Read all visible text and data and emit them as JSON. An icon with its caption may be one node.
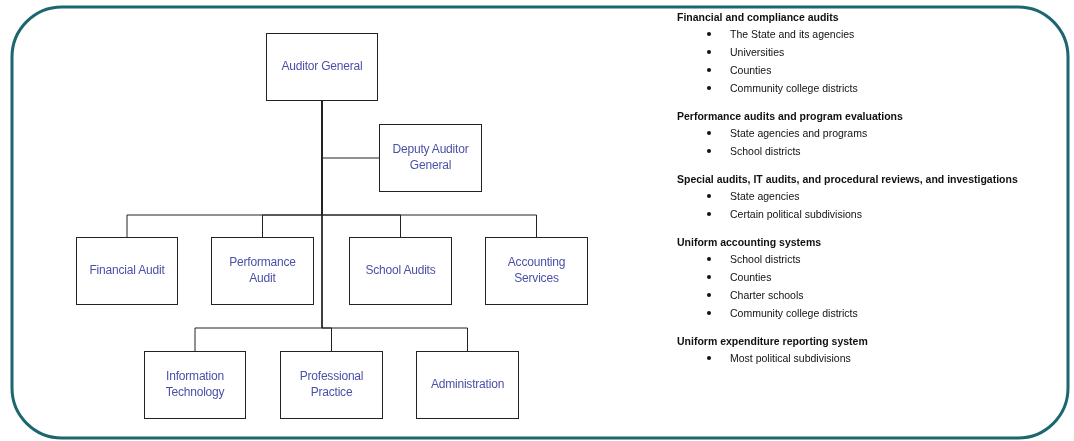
{
  "diagram": {
    "nodes": [
      {
        "text": [
          "Auditor General"
        ]
      },
      {
        "text": [
          "Deputy Auditor General"
        ]
      },
      {
        "text": [
          "Financial Audit"
        ]
      },
      {
        "text": [
          "Performance Audit"
        ]
      },
      {
        "text": [
          "School Audits"
        ]
      },
      {
        "text": [
          "Accounting Services"
        ]
      },
      {
        "text": [
          "Information Technology"
        ]
      },
      {
        "text": [
          "Professional Practice"
        ]
      },
      {
        "text": [
          "Administration"
        ]
      }
    ],
    "edges": [
      {
        "from": 0,
        "to": 1,
        "arrow": "none"
      },
      {
        "from": 0,
        "to": 2,
        "arrow": "none"
      },
      {
        "from": 0,
        "to": 3,
        "arrow": "none"
      },
      {
        "from": 0,
        "to": 4,
        "arrow": "none"
      },
      {
        "from": 0,
        "to": 5,
        "arrow": "none"
      },
      {
        "from": 0,
        "to": 6,
        "arrow": "none"
      },
      {
        "from": 0,
        "to": 7,
        "arrow": "none"
      },
      {
        "from": 0,
        "to": 8,
        "arrow": "none"
      }
    ],
    "labels": [
      "Financial and compliance audits",
      "The State and its agencies",
      "Universities",
      "Counties",
      "Community college districts",
      "Performance audits and program evaluations",
      "State agencies and programs",
      "School districts",
      "Special audits, IT audits, and procedural reviews, and investigations",
      "State agencies",
      "Certain political subdivisions",
      "Uniform accounting systems",
      "School districts",
      "Counties",
      "Charter schools",
      "Community college districts",
      "Uniform expenditure reporting system",
      "Most political subdivisions"
    ]
  }
}
